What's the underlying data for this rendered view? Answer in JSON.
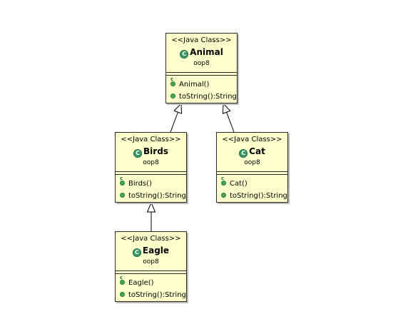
{
  "classes": [
    {
      "id": "animal",
      "stereotype": "<<Java Class>>",
      "name": "Animal",
      "package": "oop8",
      "operations": [
        {
          "label": "Animal()",
          "kind": "constructor"
        },
        {
          "label": "toString():String",
          "kind": "method"
        }
      ]
    },
    {
      "id": "birds",
      "stereotype": "<<Java Class>>",
      "name": "Birds",
      "package": "oop8",
      "operations": [
        {
          "label": "Birds()",
          "kind": "constructor"
        },
        {
          "label": "toString():String",
          "kind": "method"
        }
      ]
    },
    {
      "id": "cat",
      "stereotype": "<<Java Class>>",
      "name": "Cat",
      "package": "oop8",
      "operations": [
        {
          "label": "Cat()",
          "kind": "constructor"
        },
        {
          "label": "toString():String",
          "kind": "method"
        }
      ]
    },
    {
      "id": "eagle",
      "stereotype": "<<Java Class>>",
      "name": "Eagle",
      "package": "oop8",
      "operations": [
        {
          "label": "Eagle()",
          "kind": "constructor"
        },
        {
          "label": "toString():String",
          "kind": "method"
        }
      ]
    }
  ],
  "generalizations": [
    {
      "from": "birds",
      "to": "animal"
    },
    {
      "from": "cat",
      "to": "animal"
    },
    {
      "from": "eagle",
      "to": "birds"
    }
  ],
  "colors": {
    "class_fill": "#ffffcc",
    "class_icon": "#3a9a6a",
    "method_dot": "#42a94f",
    "line": "#000000"
  },
  "icons": {
    "class": "class-c-icon",
    "constructor": "constructor-icon",
    "method": "public-method-icon"
  }
}
